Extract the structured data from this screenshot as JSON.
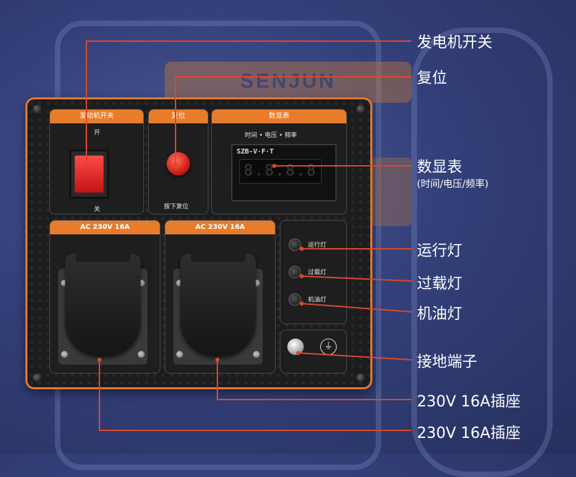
{
  "background": {
    "brand_text": "SENJUN",
    "accent": "#e97c2a",
    "callout_line": "#d9482f"
  },
  "panel": {
    "engine_switch": {
      "header": "发动机开关",
      "on_label": "开",
      "off_label": "关"
    },
    "reset": {
      "header": "复位",
      "caption": "按下复位"
    },
    "display": {
      "header": "数显表",
      "sub": "时间 • 电压 • 频率",
      "brand": "SZB-V·F·T",
      "reading": "8.8.8.8"
    },
    "socket_1_header": "AC 230V 16A",
    "socket_2_header": "AC 230V 16A",
    "lamps": [
      {
        "label": "运行灯"
      },
      {
        "label": "过载灯"
      },
      {
        "label": "机油灯"
      }
    ]
  },
  "callouts": {
    "engine_switch": "发电机开关",
    "reset": "复位",
    "display": "数显表",
    "display_sub": "(时间/电压/频率)",
    "run_lamp": "运行灯",
    "overload_lamp": "过载灯",
    "oil_lamp": "机油灯",
    "ground": "接地端子",
    "socket_upper": "230V 16A插座",
    "socket_lower": "230V 16A插座"
  }
}
